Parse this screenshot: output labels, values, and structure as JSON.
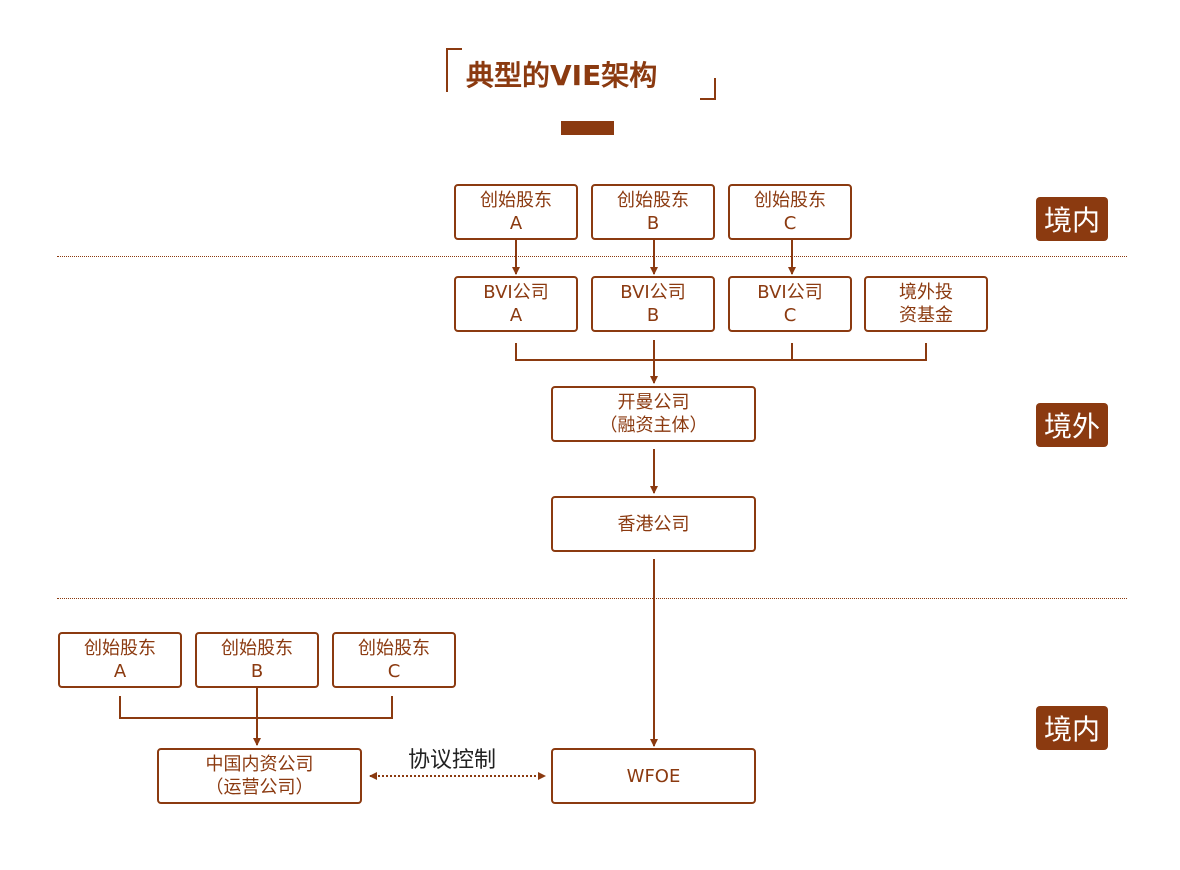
{
  "header": {
    "title": "典型的VIE架构"
  },
  "regions": {
    "domestic_top": "境内",
    "offshore": "境外",
    "domestic_bottom": "境内"
  },
  "founders_top": [
    {
      "line1": "创始股东",
      "line2": "A"
    },
    {
      "line1": "创始股东",
      "line2": "B"
    },
    {
      "line1": "创始股东",
      "line2": "C"
    }
  ],
  "bvi": [
    {
      "line1": "BVI公司",
      "line2": "A"
    },
    {
      "line1": "BVI公司",
      "line2": "B"
    },
    {
      "line1": "BVI公司",
      "line2": "C"
    }
  ],
  "fund": {
    "line1": "境外投",
    "line2": "资基金"
  },
  "cayman": {
    "line1": "开曼公司",
    "line2": "（融资主体）"
  },
  "hongkong": {
    "label": "香港公司"
  },
  "founders_bottom": [
    {
      "line1": "创始股东",
      "line2": "A"
    },
    {
      "line1": "创始股东",
      "line2": "B"
    },
    {
      "line1": "创始股东",
      "line2": "C"
    }
  ],
  "domestic_company": {
    "line1": "中国内资公司",
    "line2": "（运营公司）"
  },
  "wfoe": {
    "label": "WFOE"
  },
  "agreement": {
    "label": "协议控制"
  },
  "colors": {
    "brand": "#8b3a10",
    "background": "#ffffff"
  }
}
